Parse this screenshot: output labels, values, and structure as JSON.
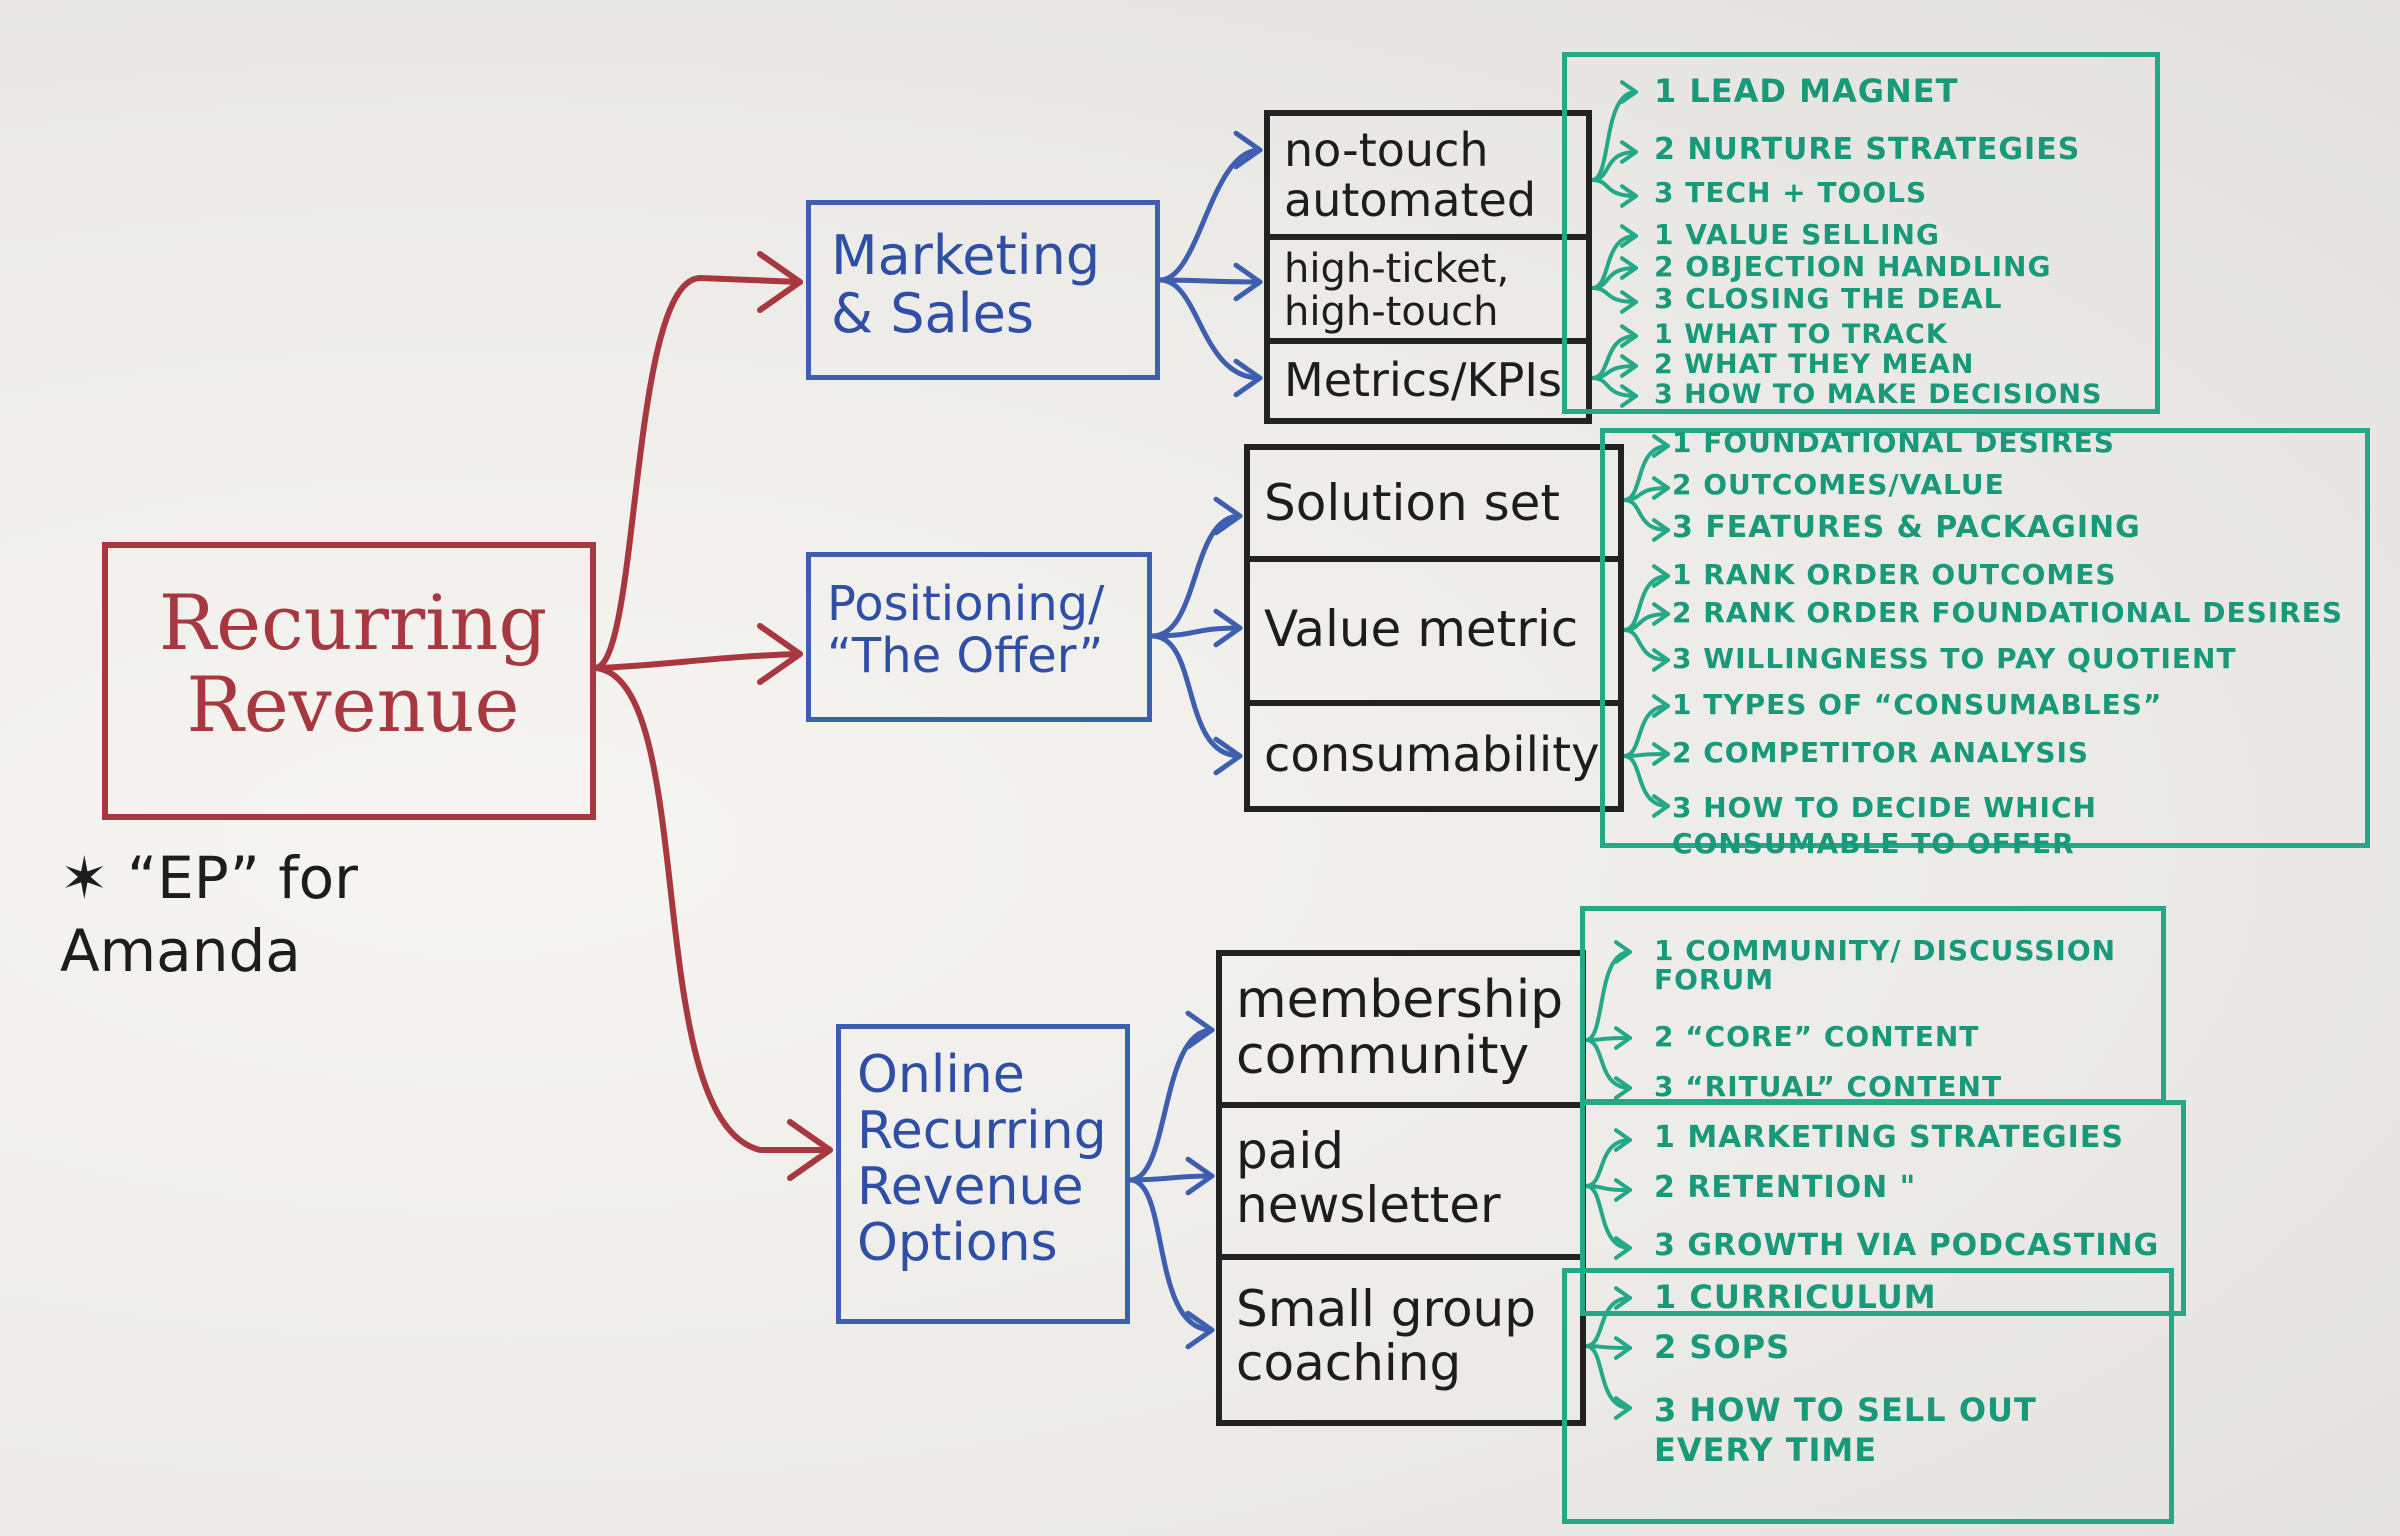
{
  "root": {
    "label": "Recurring\nRevenue",
    "note": "✶ “EP” for\nAmanda"
  },
  "branches": [
    {
      "label": "Marketing\n& Sales",
      "children": [
        {
          "label": "no-touch\nautomated",
          "items": [
            "1 LEAD MAGNET",
            "2 NURTURE STRATEGIES",
            "3 TECH + TOOLS"
          ]
        },
        {
          "label": "high-ticket,\nhigh-touch",
          "items": [
            "1 VALUE SELLING",
            "2 OBJECTION HANDLING",
            "3 CLOSING THE DEAL"
          ]
        },
        {
          "label": "Metrics/KPIs",
          "items": [
            "1 WHAT TO TRACK",
            "2 WHAT THEY MEAN",
            "3 HOW TO MAKE DECISIONS"
          ]
        }
      ]
    },
    {
      "label": "Positioning/\n“The Offer”",
      "children": [
        {
          "label": "Solution set",
          "items": [
            "1 FOUNDATIONAL DESIRES",
            "2 OUTCOMES/VALUE",
            "3 FEATURES & PACKAGING"
          ]
        },
        {
          "label": "Value metric",
          "items": [
            "1 RANK ORDER OUTCOMES",
            "2 RANK ORDER FOUNDATIONAL DESIRES",
            "3 WILLINGNESS TO PAY QUOTIENT"
          ]
        },
        {
          "label": "consumability",
          "items": [
            "1 TYPES OF “CONSUMABLES”",
            "2 COMPETITOR ANALYSIS",
            "3 HOW TO DECIDE WHICH\nCONSUMABLE TO OFFER"
          ]
        }
      ]
    },
    {
      "label": "Online\nRecurring\nRevenue\nOptions",
      "children": [
        {
          "label": "membership\ncommunity",
          "items": [
            "1 COMMUNITY/ DISCUSSION\nFORUM",
            "2 “CORE” CONTENT",
            "3 “RITUAL” CONTENT"
          ]
        },
        {
          "label": "paid\nnewsletter",
          "items": [
            "1 MARKETING STRATEGIES",
            "2 RETENTION \"",
            "3 GROWTH VIA PODCASTING"
          ]
        },
        {
          "label": "Small group\ncoaching",
          "items": [
            "1 CURRICULUM",
            "2 SOPs",
            "3 HOW TO SELL OUT\nEVERY TIME"
          ]
        }
      ]
    }
  ],
  "colors": {
    "root": "#a8383f",
    "branch": "#3e5eb0",
    "topic": "#222222",
    "detail": "#24a887",
    "board": "#ecebe7"
  }
}
